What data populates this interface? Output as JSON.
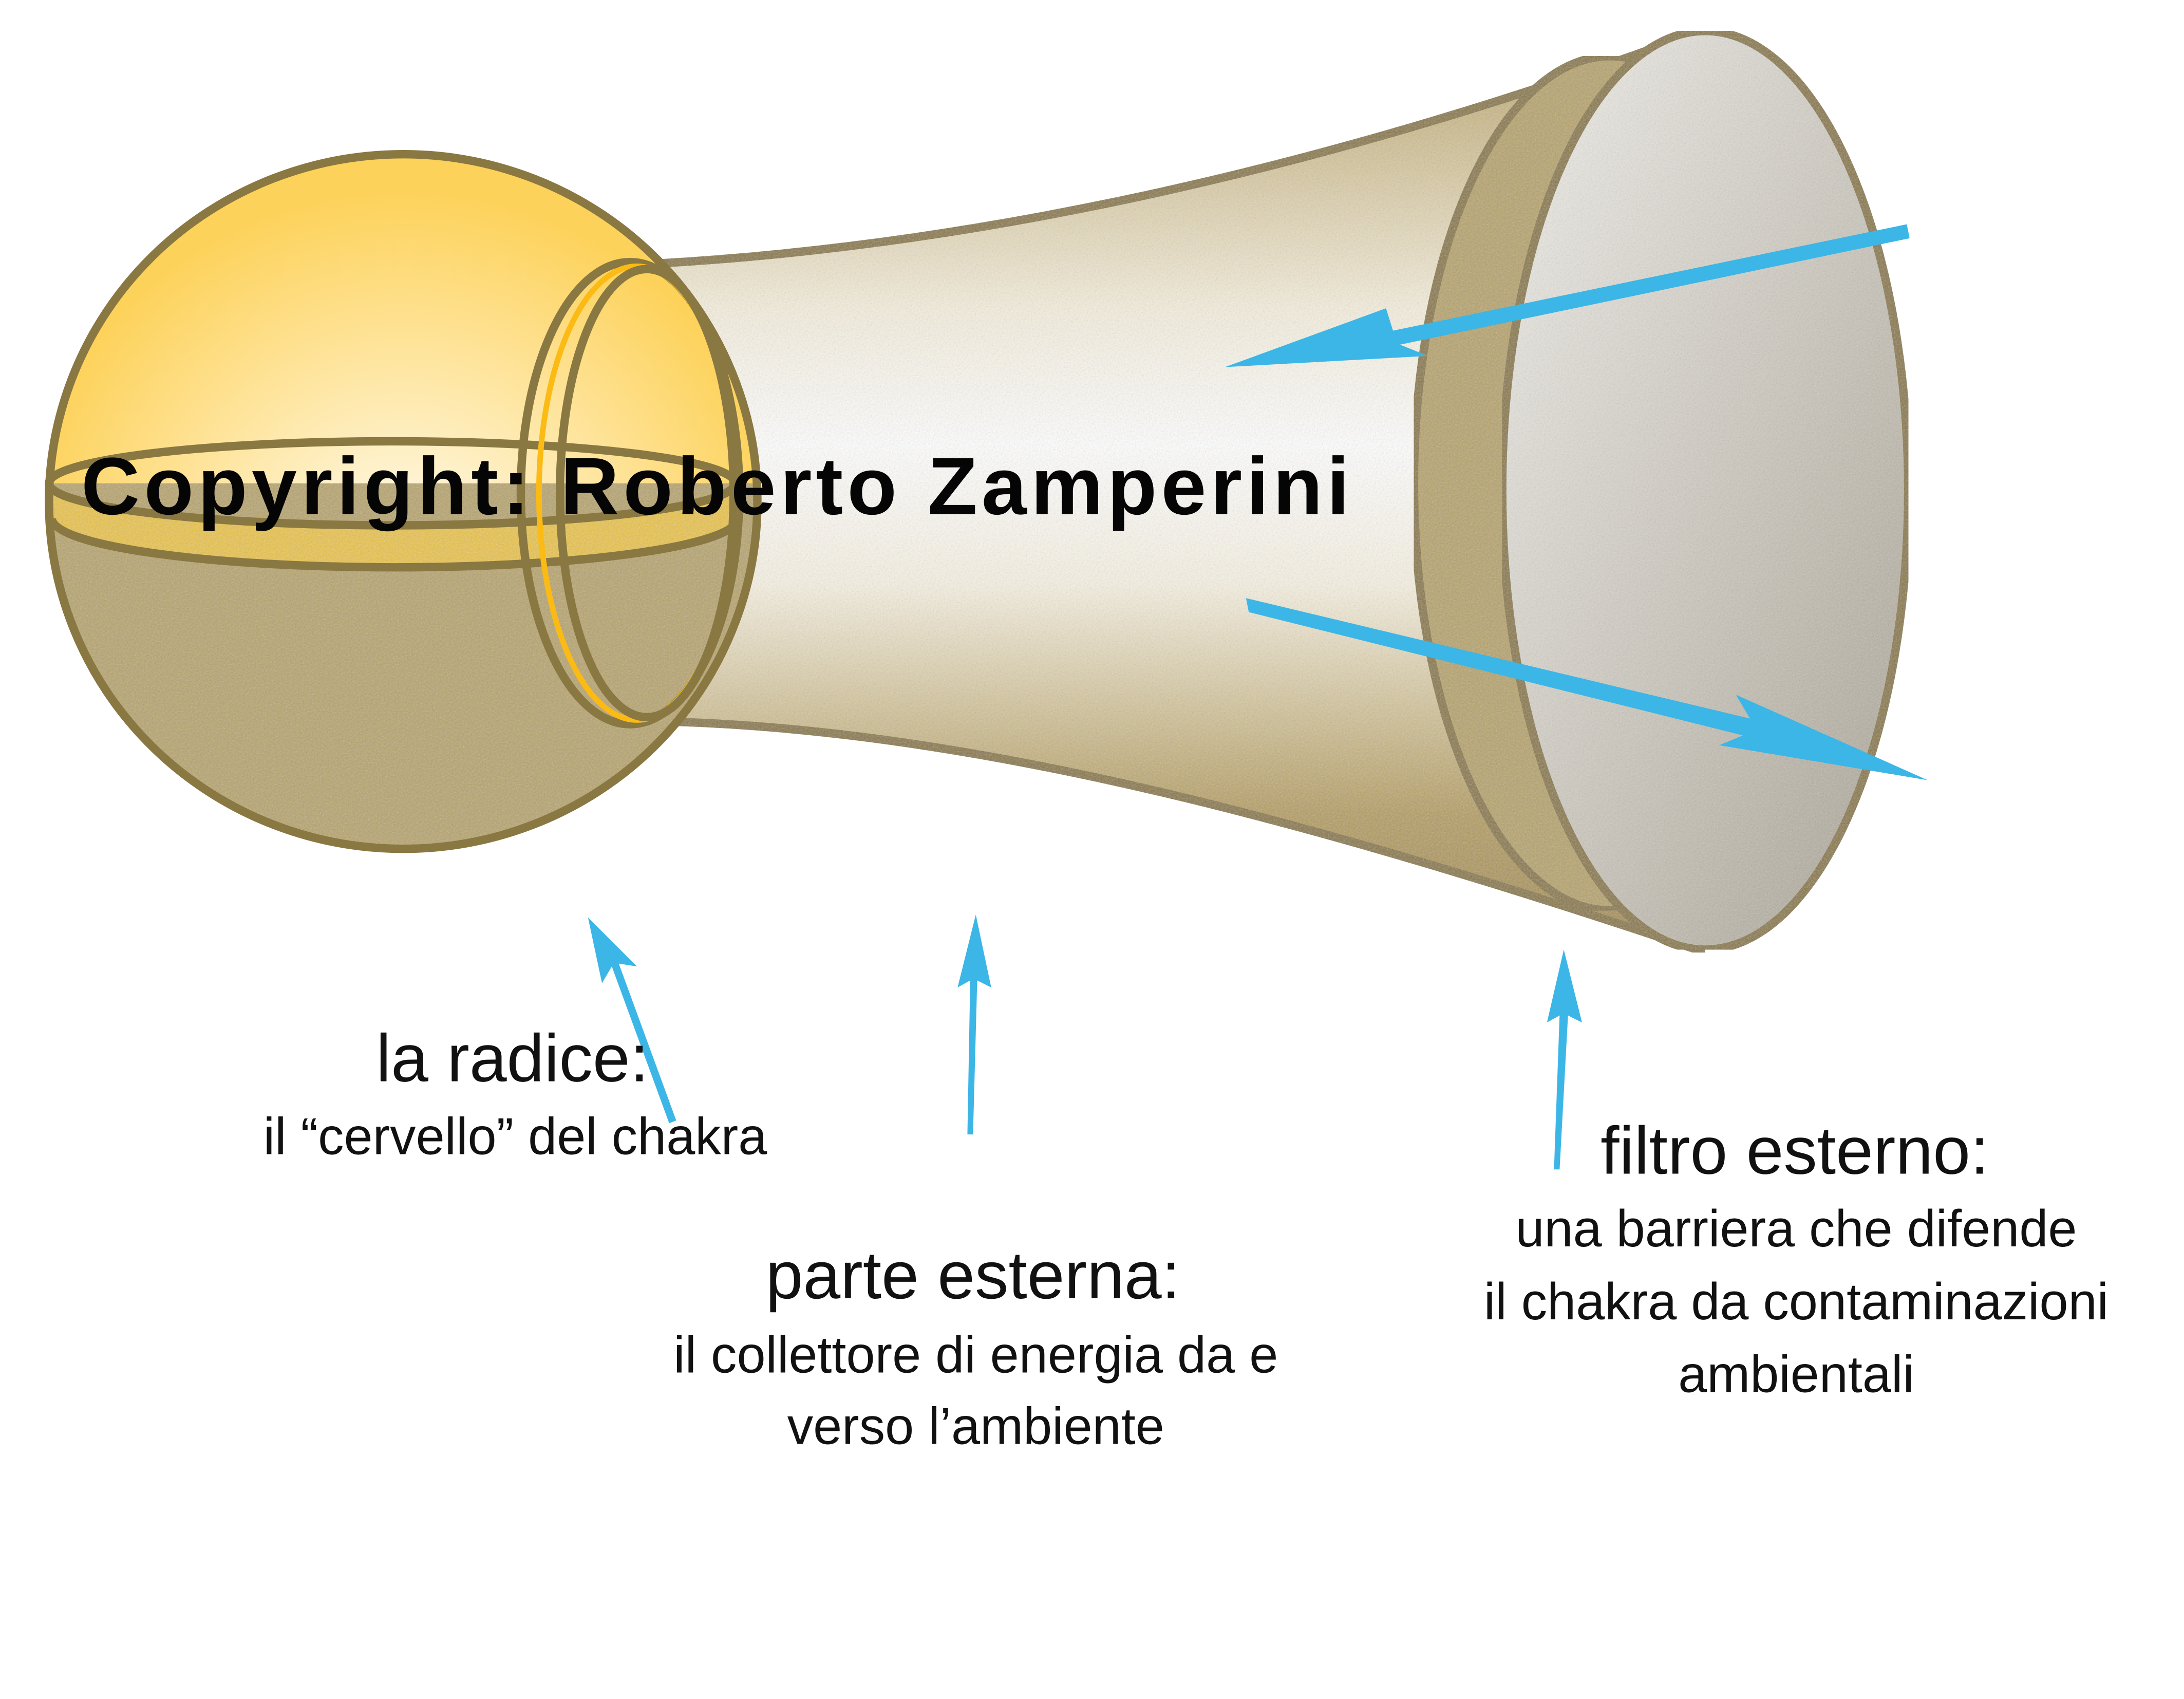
{
  "watermark": "Copyright: Roberto Zamperini",
  "labels": {
    "root": {
      "title": "la radice:",
      "lines": [
        "il “cervello” del chakra"
      ]
    },
    "outer": {
      "title": "parte esterna:",
      "lines": [
        "il collettore di energia da e",
        "verso l’ambiente"
      ]
    },
    "filter": {
      "title": "filtro esterno:",
      "lines": [
        "una barriera che difende",
        "il chakra da contaminazioni",
        "ambientali"
      ]
    }
  },
  "colors": {
    "outline": "#8a7842",
    "gold": "#fdd25a",
    "arrow": "#3bb6e6",
    "ring": "#fbbb14"
  }
}
